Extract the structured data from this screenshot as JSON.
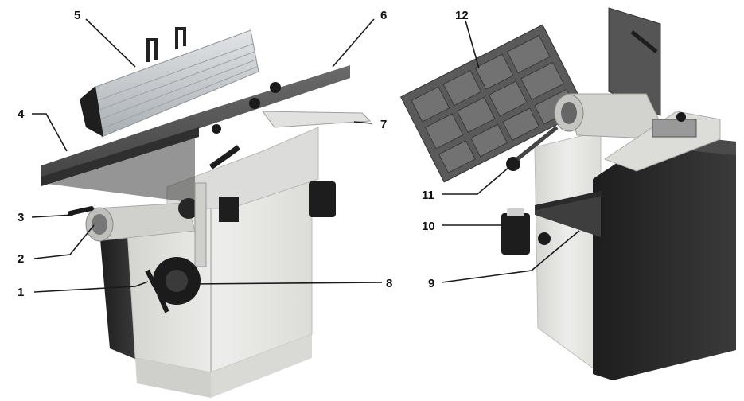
{
  "callouts": {
    "c1": "1",
    "c2": "2",
    "c3": "3",
    "c4": "4",
    "c5": "5",
    "c6": "6",
    "c7": "7",
    "c8": "8",
    "c9": "9",
    "c10": "10",
    "c11": "11",
    "c12": "12"
  },
  "colors": {
    "cabinet_light": "#e7e7e4",
    "cabinet_dark": "#262626",
    "table_top": "#555555",
    "fence_aluminium": "#c9cdd0",
    "label_text": "#111111"
  }
}
